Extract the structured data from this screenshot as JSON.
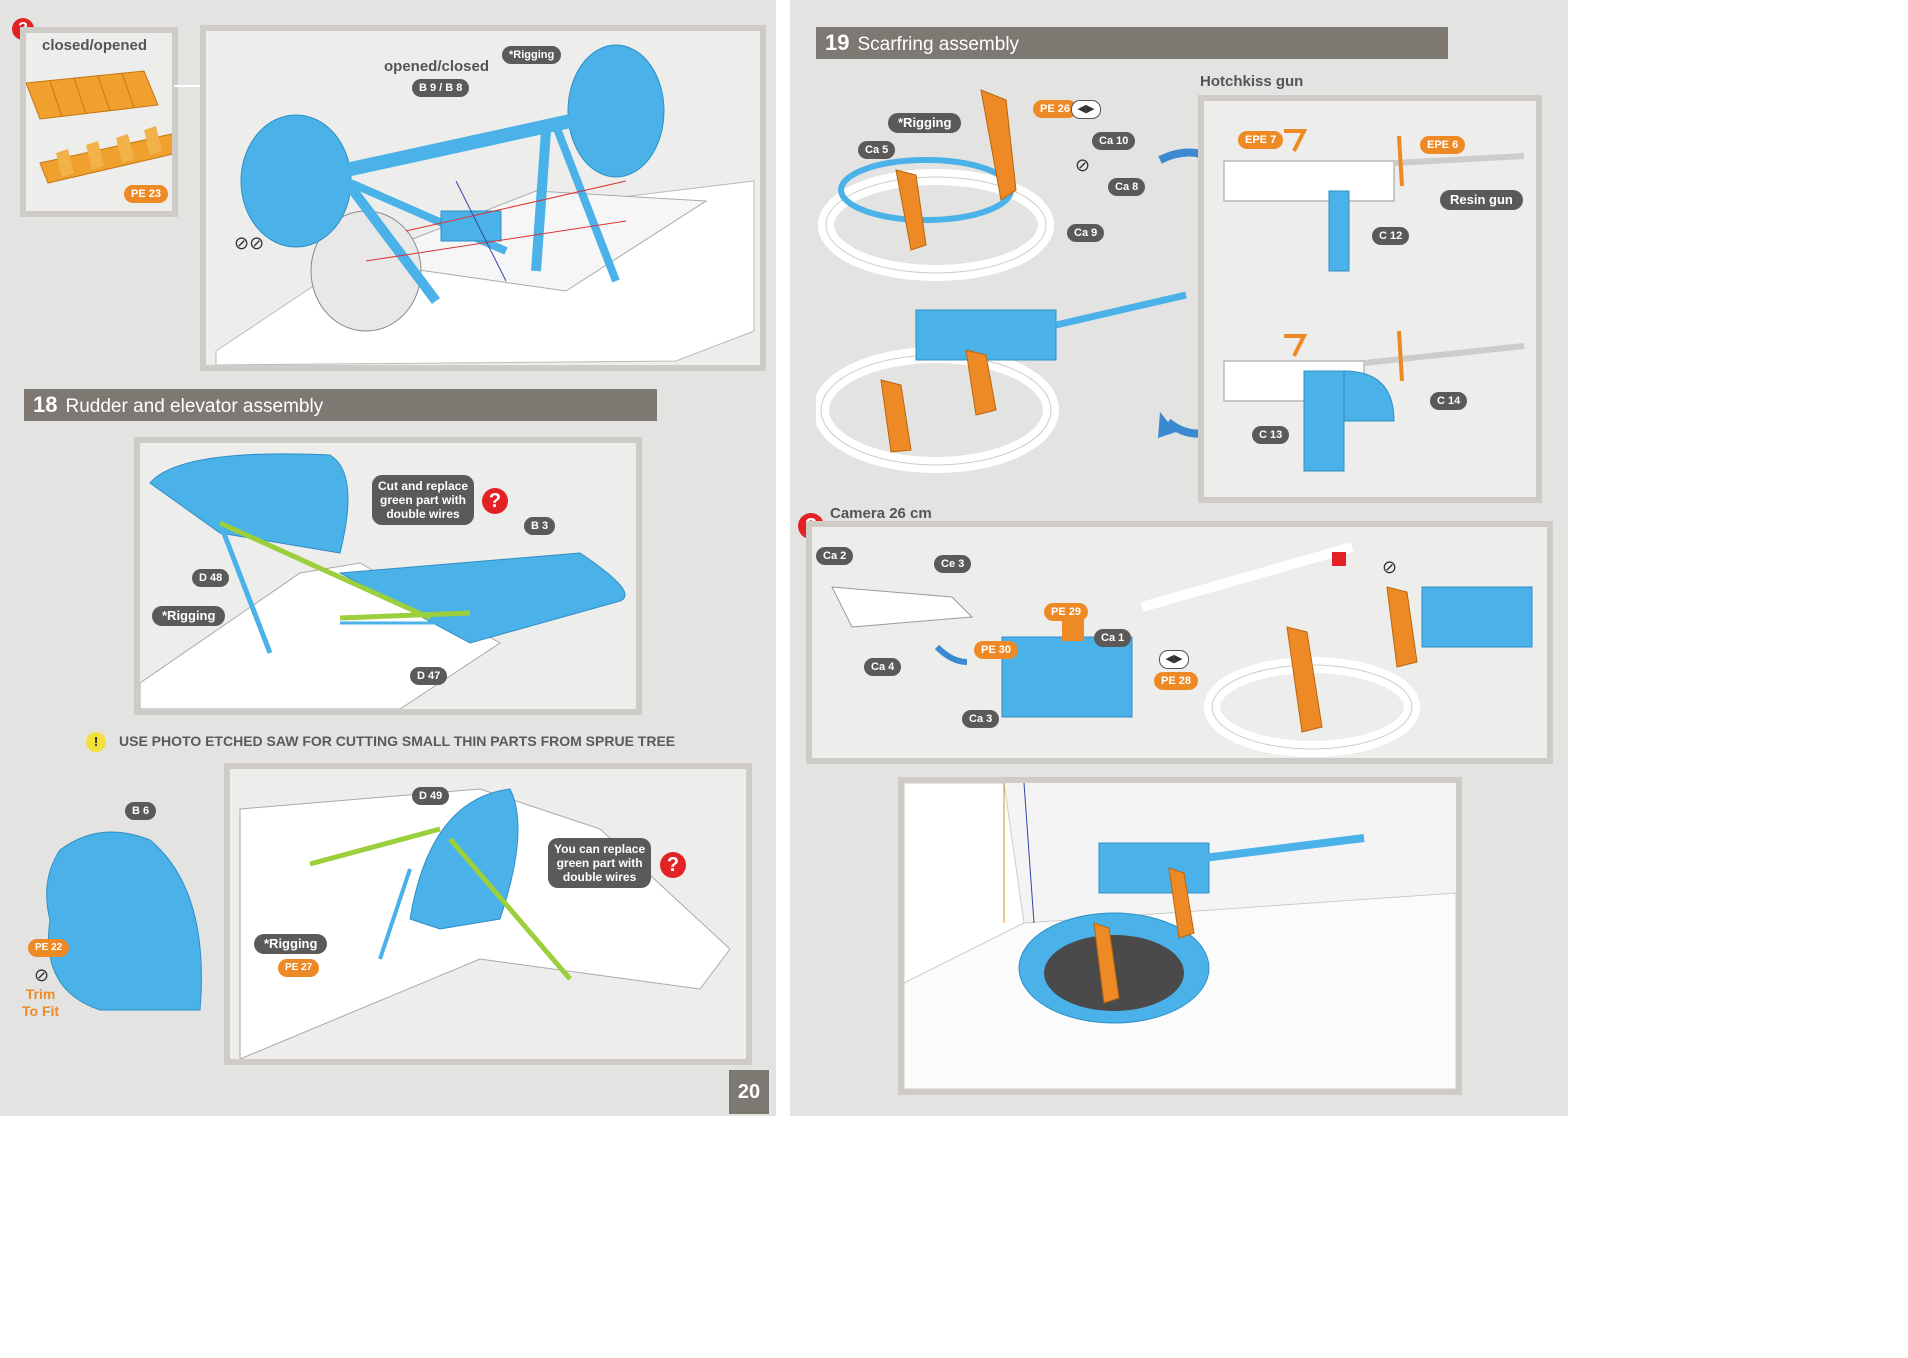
{
  "left_page": {
    "top": {
      "closed_opened": "closed/opened",
      "opened_closed": "opened/closed",
      "labels": {
        "b9b8": "B 9 / B 8",
        "rigging": "*Rigging",
        "pe23": "PE 23"
      }
    },
    "step18": {
      "number": "18",
      "title": "Rudder and elevator assembly",
      "note": "Cut and replace\ngreen part with\ndouble wires",
      "labels": {
        "b3": "B 3",
        "d48": "D 48",
        "rigging": "*Rigging",
        "d47": "D 47"
      }
    },
    "warning": {
      "icon": "!",
      "text": "USE PHOTO ETCHED SAW FOR CUTTING SMALL THIN PARTS FROM SPRUE TREE"
    },
    "bottom": {
      "labels": {
        "b6": "B 6",
        "pe22": "PE 22",
        "d49": "D 49",
        "rigging": "*Rigging",
        "pe27": "PE 27"
      },
      "trim": "Trim\nTo Fit",
      "note": "You can replace\ngreen part with\ndouble wires"
    },
    "page_number": "20"
  },
  "right_page": {
    "step19": {
      "number": "19",
      "title": "Scarfring assembly",
      "hotchkiss": "Hotchkiss gun",
      "labels": {
        "pe26": "PE 26",
        "rigging": "*Rigging",
        "ca5": "Ca 5",
        "ca10": "Ca 10",
        "ca8": "Ca 8",
        "ca9": "Ca 9",
        "epe7": "EPE 7",
        "epe6": "EPE 6",
        "resin_gun": "Resin gun",
        "c12": "C 12",
        "c14": "C 14",
        "c13": "C 13"
      }
    },
    "camera": {
      "title": "Camera 26 cm",
      "labels": {
        "ca2": "Ca 2",
        "ce3": "Ce 3",
        "ca4": "Ca 4",
        "pe29": "PE 29",
        "ca1": "Ca 1",
        "pe30": "PE 30",
        "pe28": "PE 28",
        "ca3": "Ca 3"
      }
    }
  },
  "icons": {
    "help": "question-mark-icon",
    "knife": "hobby-knife-icon",
    "flip": "double-arrow-icon"
  },
  "colors": {
    "blue_part": "#4ab2e8",
    "orange_part": "#ee8a26",
    "green_part": "#9ccf3c",
    "red_part": "#e32226",
    "header_bg": "#7d7872",
    "label_bg": "#5b5a58"
  }
}
